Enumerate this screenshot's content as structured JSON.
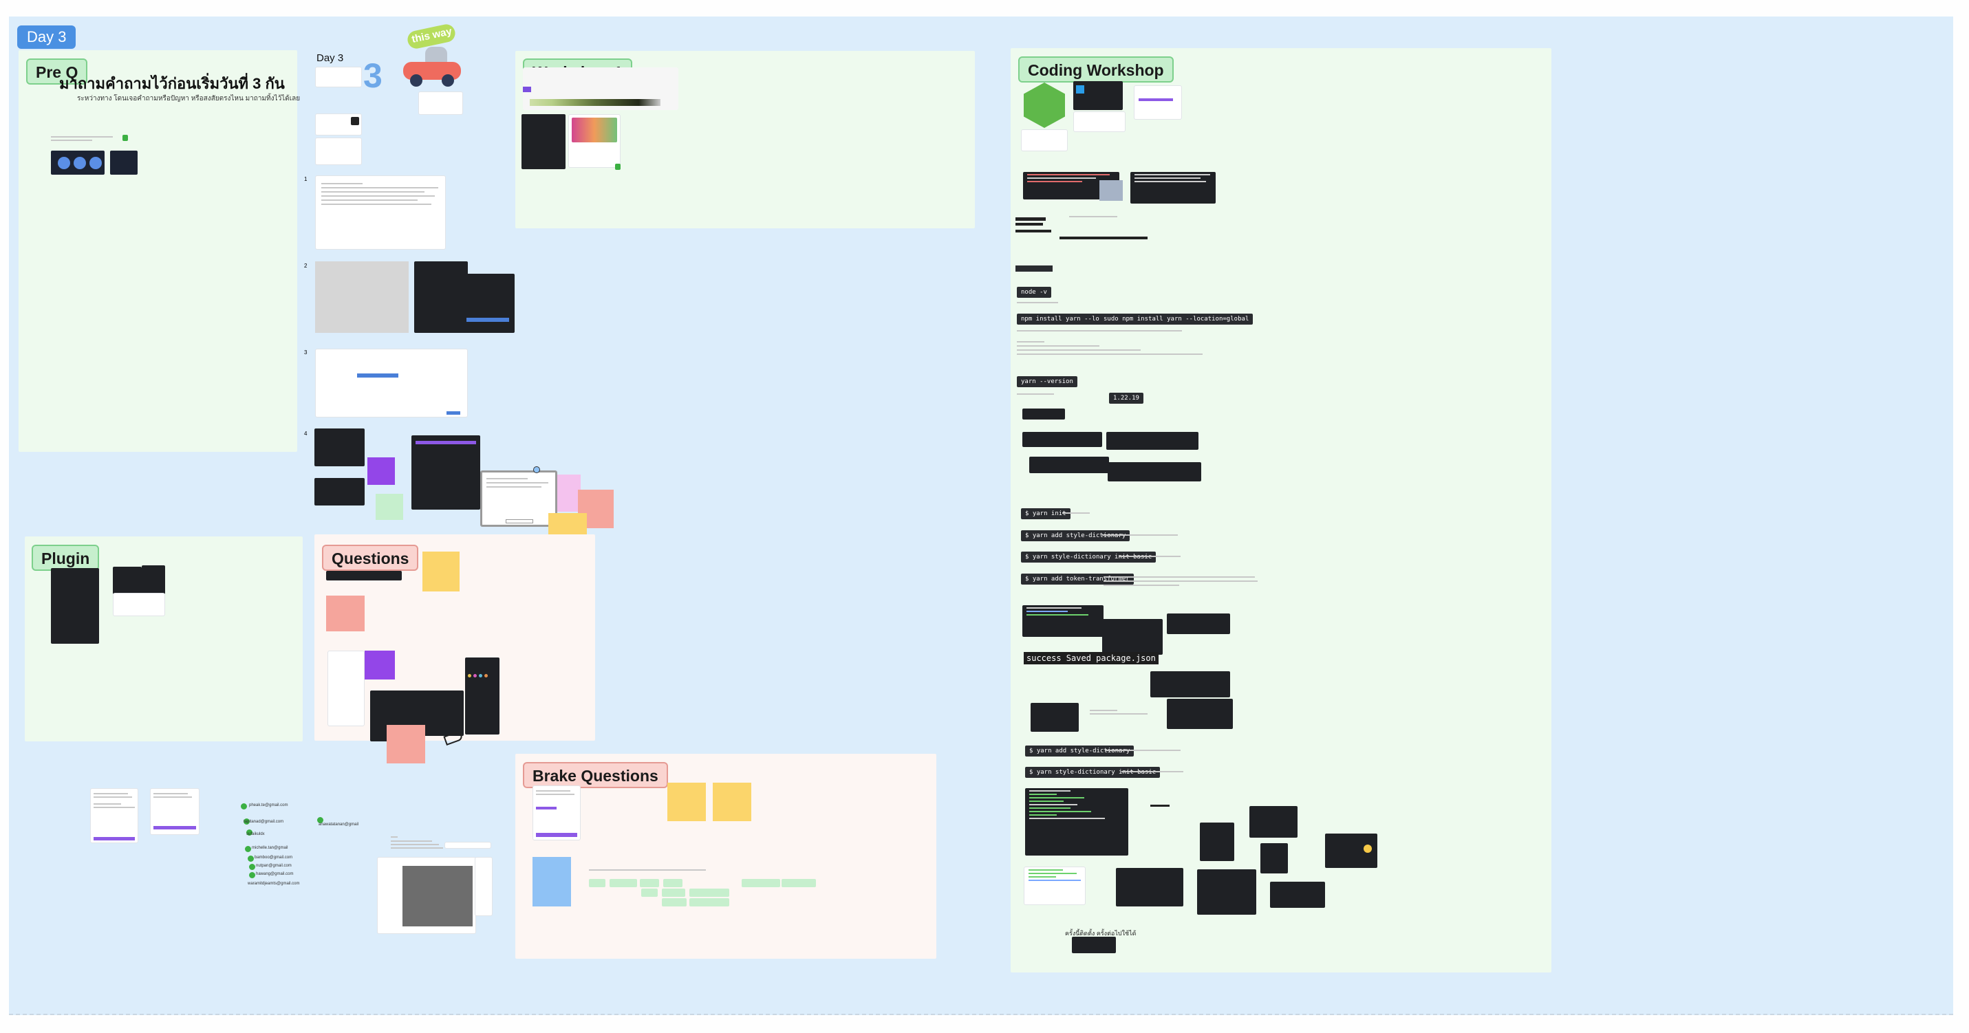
{
  "board": {
    "tag": "Day 3"
  },
  "sections": {
    "pre_q": {
      "tag": "Pre Q",
      "title": "มาถามคำถามไว้ก่อนเริ่มวันที่ 3 กัน",
      "subtitle": "ระหว่างทาง โดนเจอคำถามหรือปัญหา หรือสงสัยตรงไหน มาถามทิ้งไว้ได้เลย"
    },
    "day3": {
      "title": "Day 3",
      "steps": [
        "1",
        "2",
        "3",
        "4"
      ]
    },
    "workshop1": {
      "tag": "Workshop 1"
    },
    "coding_workshop": {
      "tag": "Coding Workshop",
      "commands": [
        "node -v",
        "npm install yarn --location=global",
        "sudo npm install yarn --location=global",
        "yarn --version",
        "$ yarn init",
        "$ yarn add style-dictionary",
        "$ yarn style-dictionary init basic",
        "$ yarn add token-transformer",
        "$ yarn add style-dictionary",
        "$ yarn style-dictionary init basic"
      ],
      "success_message": "success Saved package.json",
      "version_badge": "1.22.19",
      "footer_caption": "ครั้งนี้ติดตั้ง ครั้งต่อไปใช้ได้"
    },
    "plugin": {
      "tag": "Plugin"
    },
    "questions": {
      "tag": "Questions"
    },
    "brake_questions": {
      "tag": "Brake Questions"
    }
  },
  "decor": {
    "sticker_text": "this way"
  },
  "emails": [
    "pheak.te@gmail.com",
    "tapitanad@gmail.com",
    "sufaikuldx",
    "michelle.tan@gmail",
    "bamboo@gmail.com",
    "nutpan@gmail.com",
    "hawang@gmail.com",
    "anawatatanan@gmail",
    "waramitdjeamts@gmail.com"
  ],
  "colors": {
    "board": "#dcedfb",
    "accent": "#4a90e2",
    "section_green": "#eefaee",
    "section_pink": "#fdf6f3",
    "tag_green": "#c6efcd",
    "tag_pink": "#fad4d0"
  }
}
